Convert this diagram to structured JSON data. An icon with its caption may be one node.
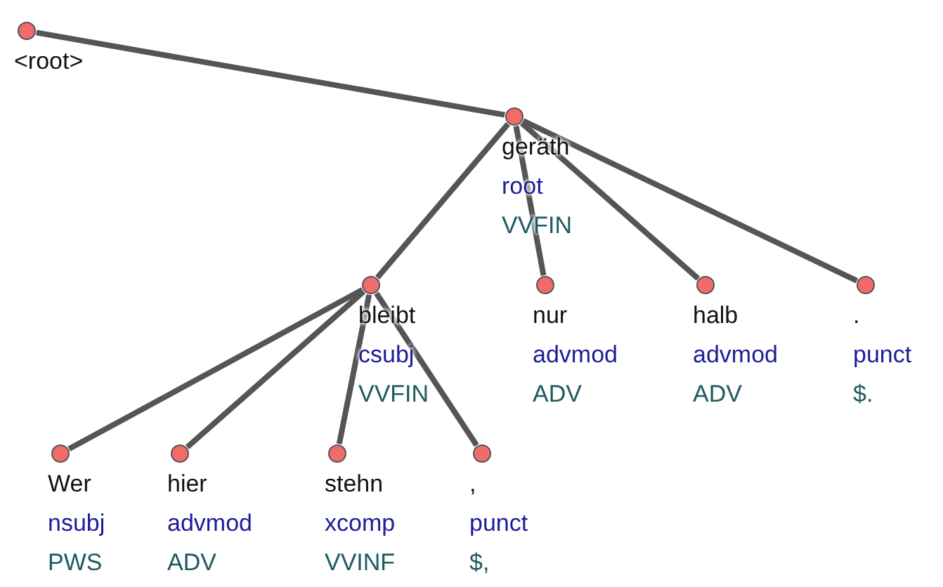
{
  "diagram": {
    "nodes": [
      {
        "text": [
          "<root>"
        ]
      },
      {
        "text": [
          "geräth",
          "root",
          "VVFIN"
        ]
      },
      {
        "text": [
          "bleibt",
          "csubj",
          "VVFIN"
        ]
      },
      {
        "text": [
          "nur",
          "advmod",
          "ADV"
        ]
      },
      {
        "text": [
          "halb",
          "advmod",
          "ADV"
        ]
      },
      {
        "text": [
          ".",
          "punct",
          "$."
        ]
      },
      {
        "text": [
          "Wer",
          "nsubj",
          "PWS"
        ]
      },
      {
        "text": [
          "hier",
          "advmod",
          "ADV"
        ]
      },
      {
        "text": [
          "stehn",
          "xcomp",
          "VVINF"
        ]
      },
      {
        "text": [
          ",",
          "punct",
          "$,"
        ]
      }
    ],
    "edges": [
      {
        "from": 0,
        "to": 1,
        "arrow": "none"
      },
      {
        "from": 1,
        "to": 2,
        "arrow": "none"
      },
      {
        "from": 1,
        "to": 3,
        "arrow": "none"
      },
      {
        "from": 1,
        "to": 4,
        "arrow": "none"
      },
      {
        "from": 1,
        "to": 5,
        "arrow": "none"
      },
      {
        "from": 2,
        "to": 6,
        "arrow": "none"
      },
      {
        "from": 2,
        "to": 7,
        "arrow": "none"
      },
      {
        "from": 2,
        "to": 8,
        "arrow": "none"
      },
      {
        "from": 2,
        "to": 9,
        "arrow": "none"
      }
    ]
  }
}
